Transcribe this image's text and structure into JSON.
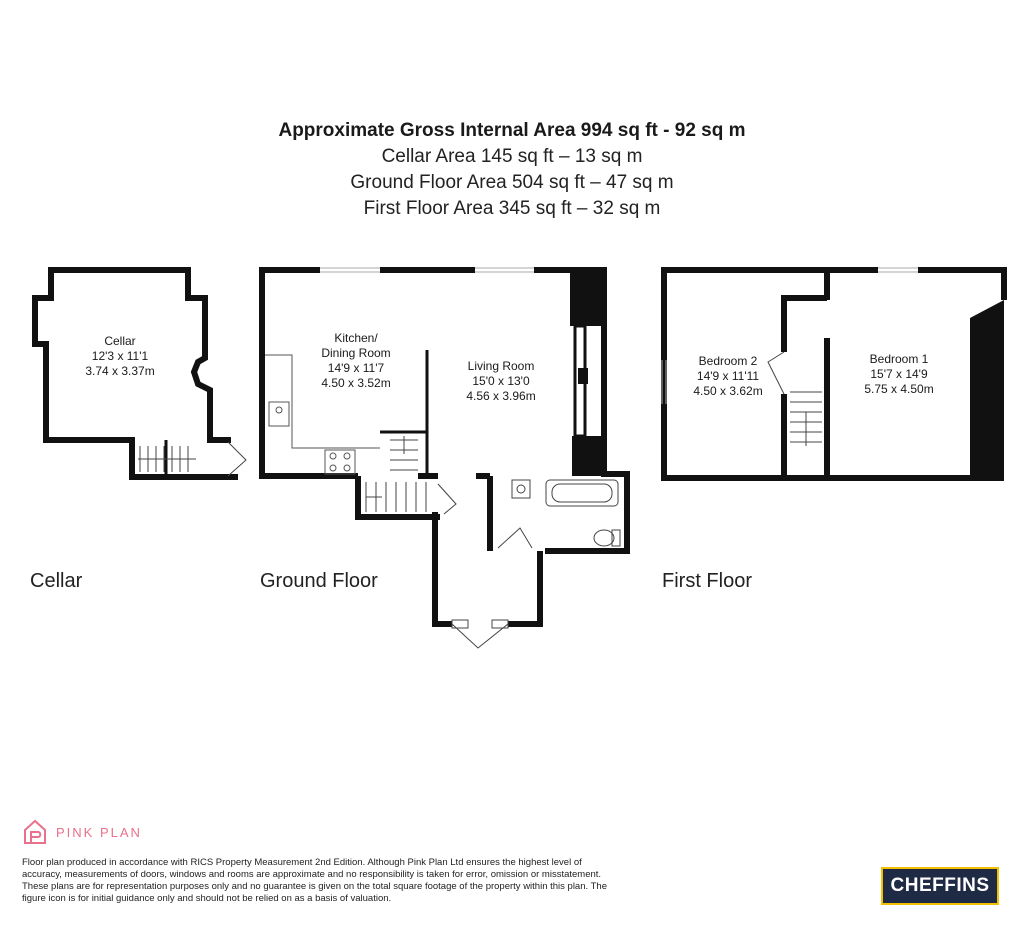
{
  "header": {
    "title": "Approximate Gross Internal Area 994 sq ft - 92 sq m",
    "lines": [
      "Cellar Area 145 sq ft – 13 sq m",
      "Ground Floor Area 504 sq ft – 47 sq m",
      "First Floor Area 345 sq ft – 32 sq m"
    ]
  },
  "rooms": {
    "cellar": {
      "name": "Cellar",
      "imperial": "12'3 x 11'1",
      "metric": "3.74 x 3.37m"
    },
    "kitchen": {
      "name_line1": "Kitchen/",
      "name_line2": "Dining Room",
      "imperial": "14'9 x 11'7",
      "metric": "4.50 x 3.52m"
    },
    "living": {
      "name": "Living Room",
      "imperial": "15'0 x 13'0",
      "metric": "4.56 x 3.96m"
    },
    "bedroom2": {
      "name": "Bedroom 2",
      "imperial": "14'9 x 11'11",
      "metric": "4.50 x 3.62m"
    },
    "bedroom1": {
      "name": "Bedroom 1",
      "imperial": "15'7 x 14'9",
      "metric": "5.75 x 4.50m"
    }
  },
  "floors": {
    "cellar": "Cellar",
    "ground": "Ground Floor",
    "first": "First Floor"
  },
  "footer": {
    "brand": "PINK PLAN",
    "disclaimer": "Floor plan produced in accordance with RICS Property Measurement 2nd Edition. Although Pink Plan Ltd ensures the highest level of accuracy, measurements of doors, windows and rooms are approximate and no responsibility is taken for error, omission or misstatement. These plans are for representation purposes only and no guarantee is given on the total square footage of the property within this plan. The figure icon is for initial guidance only and should not be relied on as a basis of valuation.",
    "agent_logo": "CHEFFINS"
  },
  "colors": {
    "wall": "#111111",
    "brand_pink": "#e8718d",
    "agent_navy": "#1f2a44",
    "agent_yellow": "#f5c000"
  }
}
